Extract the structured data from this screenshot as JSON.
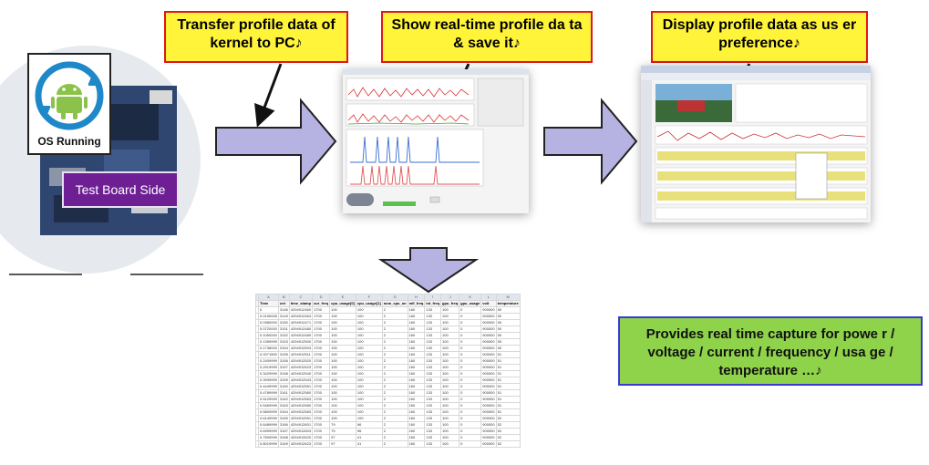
{
  "callouts": {
    "transfer": "Transfer profile data of kernel to PC♪",
    "realtime": "Show real-time profile da ta & save it♪",
    "display": "Display profile data as us er preference♪"
  },
  "board": {
    "os_label": "OS Running",
    "side_label": "Test Board Side"
  },
  "info": "Provides real time capture for powe r / voltage / current / frequency / usa ge / temperature …♪",
  "colors": {
    "arrow": "#b6b2e2",
    "callout_bg": "#fff43a",
    "callout_border": "#e0161b",
    "info_bg": "#8fd34b",
    "info_border": "#3a3ad0",
    "board_label": "#6e1f94"
  },
  "spreadsheet": {
    "columns": [
      "A",
      "B",
      "C",
      "D",
      "E",
      "F",
      "G",
      "H",
      "I",
      "J",
      "K",
      "L",
      "M"
    ],
    "headers": [
      "Time",
      "cnt",
      "time_stamp",
      "cur_freq",
      "cpu_usage[0]",
      "cpu_usage[1]",
      "num_cpu_on",
      "mif_freq",
      "int_freq",
      "gpu_freq",
      "gpu_usage",
      "volt",
      "temperature"
    ],
    "rows": [
      [
        "0",
        "3146",
        "4294912460",
        "1700",
        "100",
        "100",
        "2",
        "160",
        "133",
        "100",
        "0",
        "900000",
        "50"
      ],
      [
        "0.0190005",
        "3149",
        "4294912463",
        "1700",
        "100",
        "100",
        "2",
        "160",
        "133",
        "100",
        "0",
        "900000",
        "50"
      ],
      [
        "0.0380000",
        "3150",
        "4294912471",
        "1700",
        "100",
        "100",
        "2",
        "160",
        "133",
        "100",
        "0",
        "900000",
        "50"
      ],
      [
        "0.0720000",
        "3151",
        "4294912480",
        "1700",
        "100",
        "100",
        "2",
        "160",
        "133",
        "100",
        "0",
        "900000",
        "50"
      ],
      [
        "0.1050000",
        "3152",
        "4294912489",
        "1700",
        "100",
        "100",
        "2",
        "160",
        "133",
        "100",
        "0",
        "900000",
        "50"
      ],
      [
        "0.1399999",
        "3153",
        "4294912500",
        "1700",
        "100",
        "100",
        "2",
        "160",
        "133",
        "100",
        "0",
        "900000",
        "50"
      ],
      [
        "0.1738000",
        "3154",
        "4294912503",
        "1700",
        "100",
        "100",
        "2",
        "160",
        "133",
        "100",
        "0",
        "900000",
        "50"
      ],
      [
        "0.2071500",
        "3155",
        "4294912511",
        "1700",
        "100",
        "100",
        "2",
        "160",
        "133",
        "100",
        "0",
        "900000",
        "51"
      ],
      [
        "0.2409999",
        "3156",
        "4294912520",
        "1700",
        "100",
        "100",
        "2",
        "160",
        "133",
        "100",
        "0",
        "900000",
        "51"
      ],
      [
        "0.2919999",
        "3157",
        "4294912523",
        "1700",
        "100",
        "100",
        "2",
        "160",
        "133",
        "100",
        "0",
        "900000",
        "51"
      ],
      [
        "0.3429999",
        "3158",
        "4294912540",
        "1700",
        "100",
        "100",
        "2",
        "160",
        "133",
        "100",
        "0",
        "900000",
        "51"
      ],
      [
        "0.3939999",
        "3159",
        "4294912543",
        "1700",
        "100",
        "100",
        "2",
        "160",
        "133",
        "100",
        "0",
        "900000",
        "51"
      ],
      [
        "0.4449999",
        "3160",
        "4294912551",
        "1700",
        "100",
        "100",
        "2",
        "160",
        "133",
        "100",
        "0",
        "900000",
        "51"
      ],
      [
        "0.4789999",
        "3161",
        "4294912560",
        "1700",
        "100",
        "100",
        "2",
        "160",
        "133",
        "100",
        "0",
        "900000",
        "51"
      ],
      [
        "0.5129999",
        "3162",
        "4294912563",
        "1700",
        "100",
        "100",
        "2",
        "160",
        "133",
        "100",
        "0",
        "900000",
        "51"
      ],
      [
        "0.5469999",
        "3163",
        "4294912580",
        "1700",
        "100",
        "100",
        "2",
        "160",
        "133",
        "100",
        "0",
        "900000",
        "51"
      ],
      [
        "0.5809999",
        "3164",
        "4294912583",
        "1700",
        "100",
        "100",
        "2",
        "160",
        "133",
        "100",
        "0",
        "900000",
        "51"
      ],
      [
        "0.6149999",
        "3165",
        "4294912591",
        "1700",
        "100",
        "100",
        "2",
        "160",
        "133",
        "100",
        "0",
        "900000",
        "52"
      ],
      [
        "0.6489999",
        "3166",
        "4294912601",
        "1700",
        "79",
        "96",
        "2",
        "160",
        "133",
        "100",
        "0",
        "900000",
        "52"
      ],
      [
        "0.6999999",
        "3167",
        "4294912603",
        "1700",
        "79",
        "96",
        "2",
        "160",
        "133",
        "100",
        "0",
        "900000",
        "52"
      ],
      [
        "0.7509999",
        "3168",
        "4294912620",
        "1700",
        "97",
        "41",
        "2",
        "160",
        "133",
        "100",
        "0",
        "900000",
        "52"
      ],
      [
        "0.8019999",
        "3169",
        "4294912623",
        "1700",
        "97",
        "41",
        "2",
        "160",
        "133",
        "100",
        "0",
        "900000",
        "52"
      ]
    ]
  }
}
